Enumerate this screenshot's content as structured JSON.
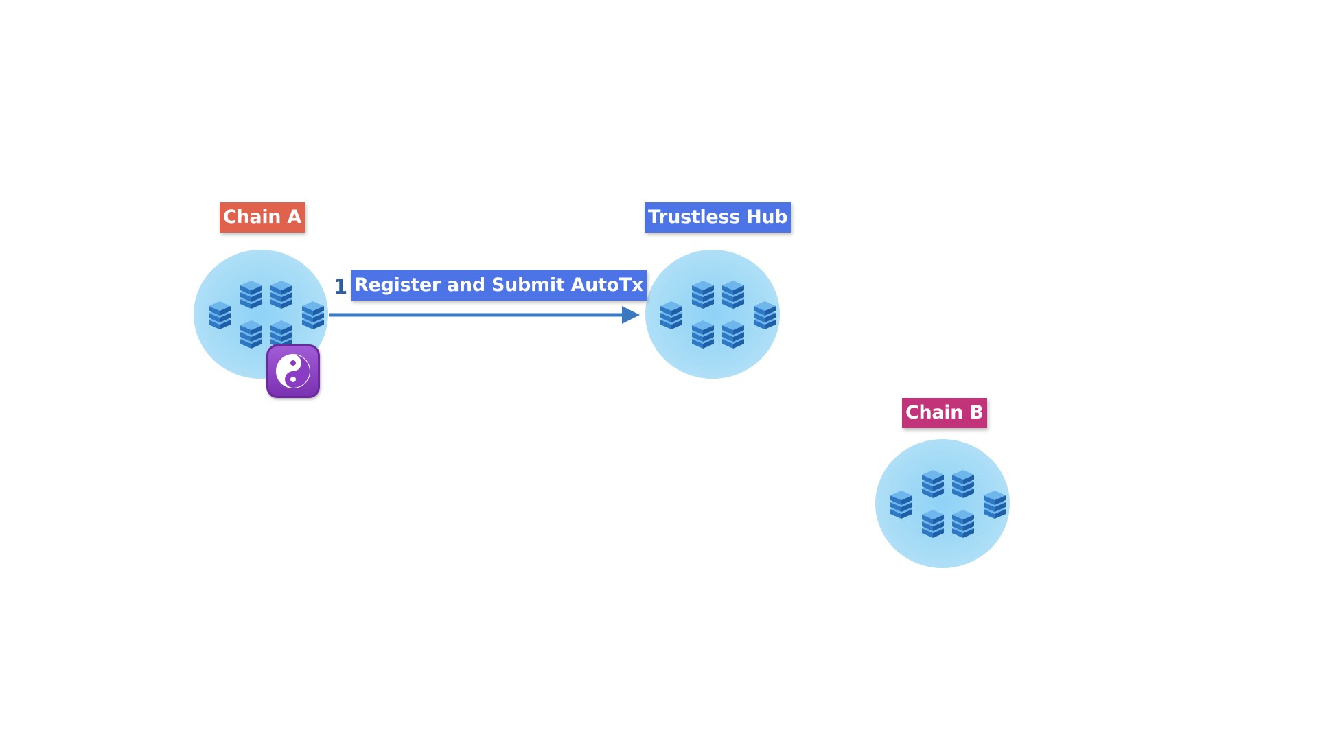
{
  "nodes": {
    "chain_a": {
      "label": "Chain A",
      "color": "#e0614c"
    },
    "hub": {
      "label": "Trustless Hub",
      "color": "#4d74e6"
    },
    "chain_b": {
      "label": "Chain B",
      "color": "#c2347a"
    }
  },
  "edge": {
    "step": "1",
    "label": "Register and Submit AutoTx",
    "label_color": "#4d74e6",
    "arrow_color": "#3a79c2"
  },
  "icons": {
    "server_stack": "server-stack-icon",
    "app_icon": "yin-yang-icon",
    "app_color": "#8a3cc4"
  }
}
